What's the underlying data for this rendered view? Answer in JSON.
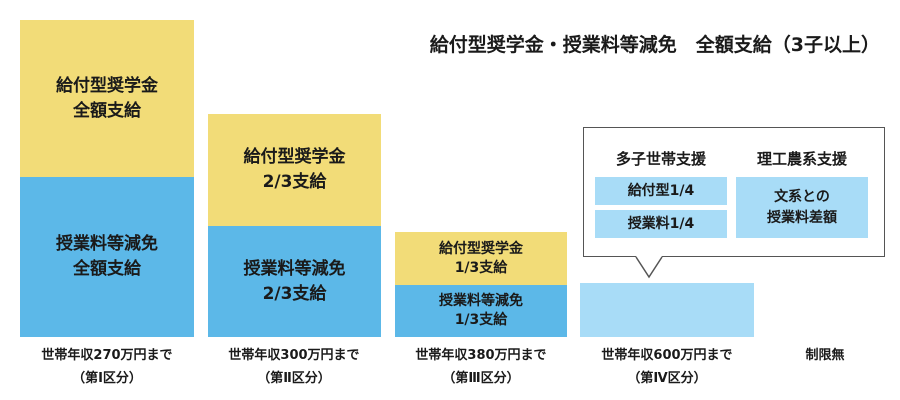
{
  "title": "給付型奨学金・授業料等減免　全額支給（3子以上）",
  "colors": {
    "scholarship": "#f2dc78",
    "tuition": "#5cb8e8",
    "partial": "#a8dcf7"
  },
  "tiers": [
    {
      "scholarship": [
        "給付型奨学金",
        "全額支給"
      ],
      "tuition": [
        "授業料等減免",
        "全額支給"
      ],
      "label": [
        "世帯年収270万円まで",
        "（第Ⅰ区分）"
      ]
    },
    {
      "scholarship": [
        "給付型奨学金",
        "2/3支給"
      ],
      "tuition": [
        "授業料等減免",
        "2/3支給"
      ],
      "label": [
        "世帯年収300万円まで",
        "（第Ⅱ区分）"
      ]
    },
    {
      "scholarship": [
        "給付型奨学金",
        "1/3支給"
      ],
      "tuition": [
        "授業料等減免",
        "1/3支給"
      ],
      "label": [
        "世帯年収380万円まで",
        "（第Ⅲ区分）"
      ]
    },
    {
      "label": [
        "世帯年収600万円まで",
        "（第Ⅳ区分）"
      ]
    },
    {
      "label": [
        "制限無"
      ]
    }
  ],
  "callout": {
    "multi_child": {
      "heading": "多子世帯支援",
      "items": [
        "給付型1/4",
        "授業料1/4"
      ]
    },
    "science": {
      "heading": "理工農系支援",
      "items": [
        "文系との",
        "授業料差額"
      ]
    }
  }
}
